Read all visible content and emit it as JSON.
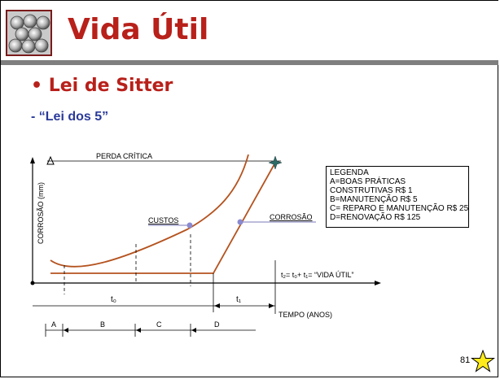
{
  "slide": {
    "title": "Vida Útil",
    "bullet": "• Lei de Sitter",
    "subheading": "- “Lei dos 5”",
    "page_number": "81"
  },
  "diagram": {
    "critical_loss_label": "PERDA CRÍTICA",
    "y_axis_label": "CORROSÃO (mm)",
    "costs_label": "CUSTOS",
    "corrosion_label": "CORROSÃO",
    "useful_life_formula": "t₂= t₀+ t₁= “VIDA ÚTIL”",
    "t0_label": "t₀",
    "t1_label": "t₁",
    "x_axis_label": "TEMPO (ANOS)",
    "phase_a": "A",
    "phase_b": "B",
    "phase_c": "C",
    "phase_d": "D",
    "curve_color": "#b5531f"
  },
  "legend": {
    "title": "LEGENDA",
    "line_a1": "A=BOAS PRÁTICAS",
    "line_a2": "CONSTRUTIVAS R$ 1",
    "line_b": "B=MANUTENÇÃO R$ 5",
    "line_c": "C= REPARO E MANUTENÇÃO R$ 25",
    "line_d": "D=RENOVAÇÃO R$ 125"
  },
  "icons": {
    "logo": "steel-bars-logo",
    "star": "star-icon"
  }
}
